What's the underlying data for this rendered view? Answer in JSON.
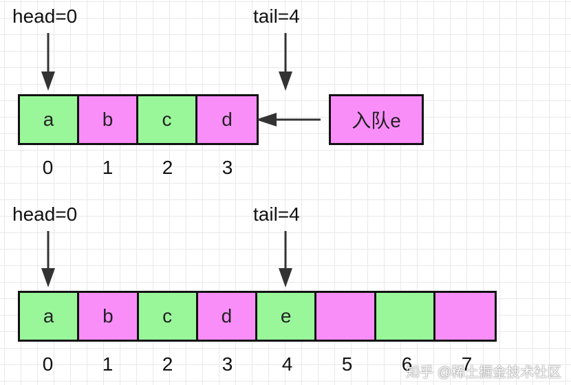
{
  "top": {
    "head_label": "head=0",
    "tail_label": "tail=4",
    "cells": [
      "a",
      "b",
      "c",
      "d"
    ],
    "indices": [
      "0",
      "1",
      "2",
      "3"
    ],
    "enqueue_label": "入队e"
  },
  "bottom": {
    "head_label": "head=0",
    "tail_label": "tail=4",
    "cells": [
      "a",
      "b",
      "c",
      "d",
      "e",
      "",
      "",
      ""
    ],
    "indices": [
      "0",
      "1",
      "2",
      "3",
      "4",
      "5",
      "6",
      "7"
    ]
  },
  "watermark": "知乎 @稀土掘金技术社区",
  "colors": {
    "green": "#99f79a",
    "pink": "#f98ef9",
    "border": "#111111"
  }
}
